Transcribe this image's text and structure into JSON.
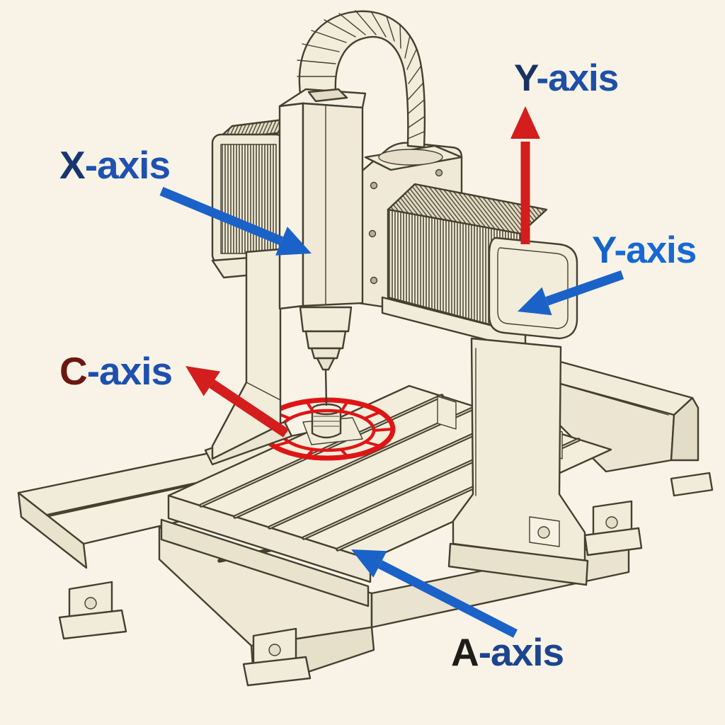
{
  "diagram": {
    "title": "CNC milling machine axis identification diagram",
    "background_color": "#f8f3e6",
    "line_color": "#43402f",
    "body_color": "#f1ebda",
    "shade_color": "#e9e2cd",
    "ring_red": "#df1515",
    "labels": [
      {
        "id": "y-axis-top",
        "prefix": "Y",
        "suffix": "-axis",
        "prefix_color": "#193260",
        "suffix_color": "#1d4fa6"
      },
      {
        "id": "x-axis",
        "prefix": "X",
        "suffix": "-axis",
        "prefix_color": "#17366f",
        "suffix_color": "#1e51b0"
      },
      {
        "id": "y-axis-right",
        "prefix": "Y",
        "suffix": "-axis",
        "prefix_color": "#1563c8",
        "suffix_color": "#1768d4"
      },
      {
        "id": "c-axis",
        "prefix": "C",
        "suffix": "-axis",
        "prefix_color": "#6e1712",
        "suffix_color": "#1d50ae"
      },
      {
        "id": "a-axis",
        "prefix": "A",
        "suffix": "-axis",
        "prefix_color": "#1d1c1a",
        "suffix_color": "#1c448f"
      }
    ],
    "arrows": [
      {
        "id": "y-axis-up-arrow",
        "color": "#d41d1d",
        "direction": "up"
      },
      {
        "id": "x-axis-arrow",
        "color": "#1b62c8",
        "direction": "down-right"
      },
      {
        "id": "y-axis-right-arrow",
        "color": "#1b62c8",
        "direction": "down-left"
      },
      {
        "id": "c-axis-arrow",
        "color": "#d41d1d",
        "direction": "up-left"
      },
      {
        "id": "a-axis-arrow",
        "color": "#1b62c8",
        "direction": "up-left"
      }
    ],
    "machine_parts": [
      "spindle-head",
      "tool-spindle",
      "cable-carrier-chain",
      "x-axis-bellows",
      "y-axis-bellows",
      "gantry-plate",
      "left-column",
      "right-column",
      "t-slot-table",
      "rotary-table-ring",
      "workpiece",
      "chip-tray",
      "right-tray",
      "machine-base",
      "leveling-feet"
    ]
  }
}
